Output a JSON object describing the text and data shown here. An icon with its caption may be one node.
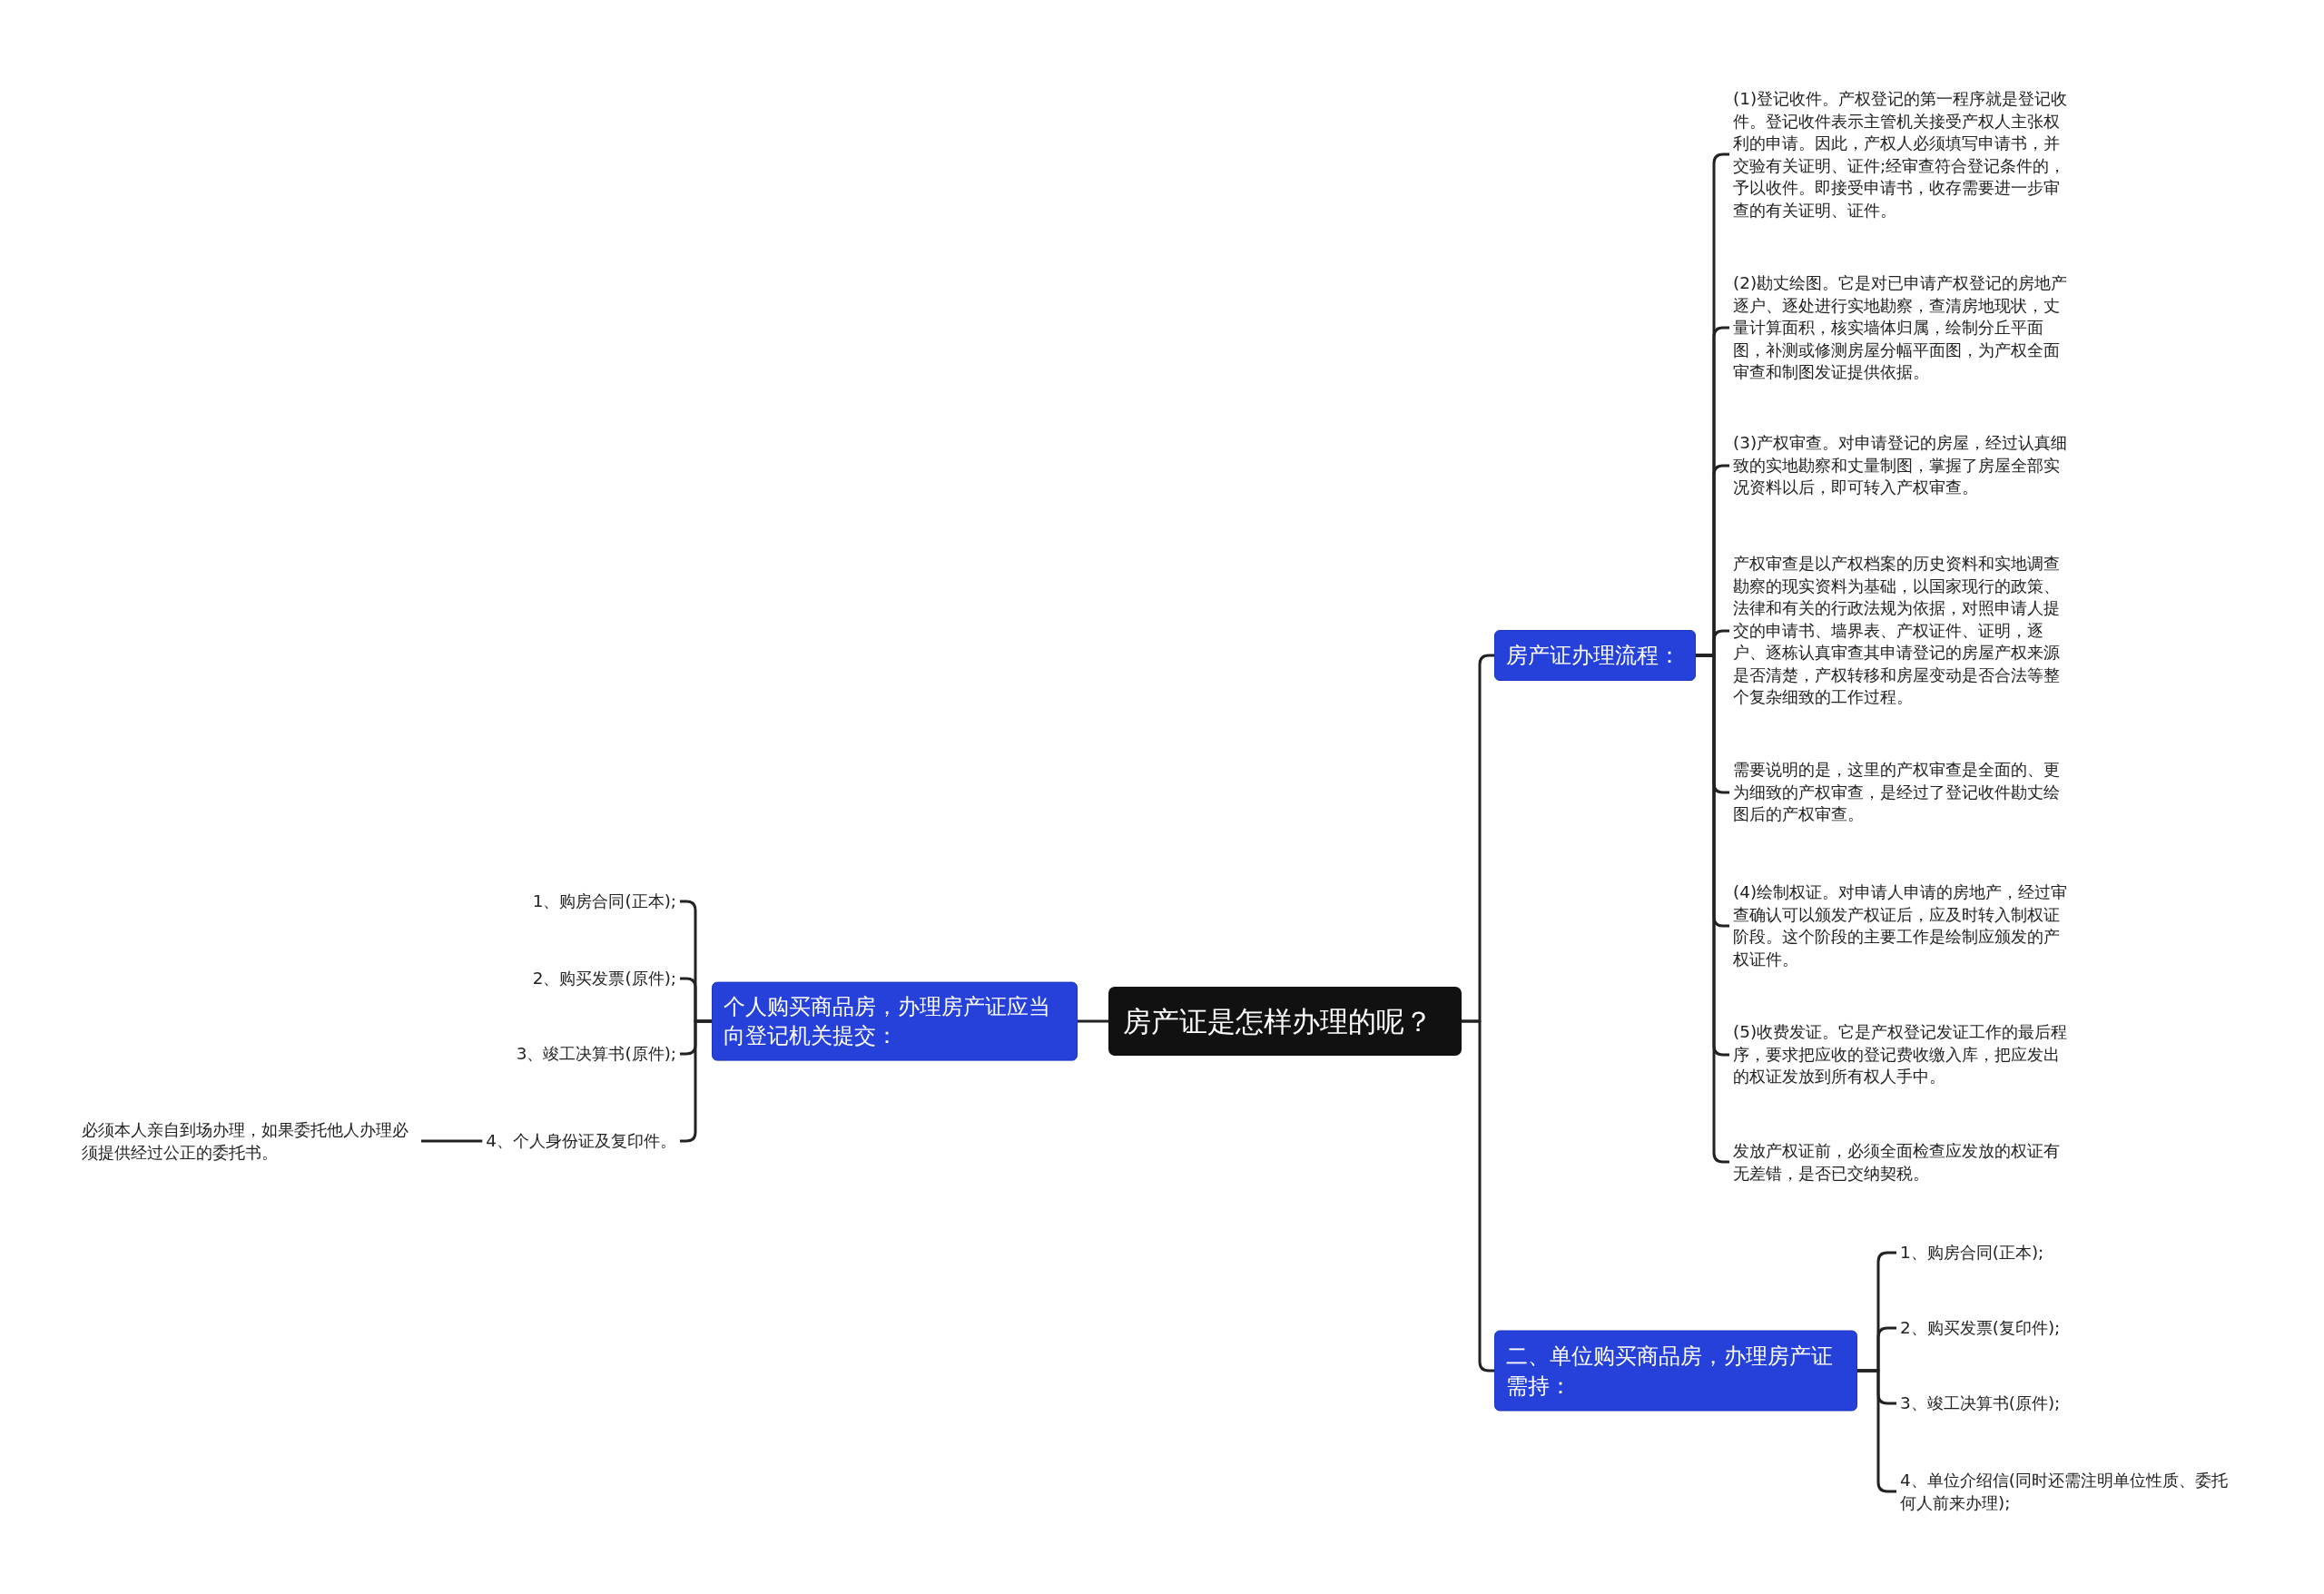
{
  "diagram": {
    "nodes": [
      {
        "text": [
          "房产证是怎样办理的呢？"
        ]
      },
      {
        "text": [
          "个人购买商品房，办理房产证应当向登记机关提交："
        ]
      },
      {
        "text": [
          "1、购房合同(正本);"
        ]
      },
      {
        "text": [
          "2、购买发票(原件);"
        ]
      },
      {
        "text": [
          "3、竣工决算书(原件);"
        ]
      },
      {
        "text": [
          "4、个人身份证及复印件。"
        ]
      },
      {
        "text": [
          "必须本人亲自到场办理，如果委托他人办理必须提供经过公正的委托书。"
        ]
      },
      {
        "text": [
          "房产证办理流程："
        ]
      },
      {
        "text": [
          "(1)登记收件。产权登记的第一程序就是登记收件。登记收件表示主管机关接受产权人主张权利的申请。因此，产权人必须填写申请书，并交验有关证明、证件;经审查符合登记条件的，予以收件。即接受申请书，收存需要进一步审查的有关证明、证件。"
        ]
      },
      {
        "text": [
          "(2)勘丈绘图。它是对已申请产权登记的房地产逐户、逐处进行实地勘察，查清房地现状，丈量计算面积，核实墙体归属，绘制分丘平面图，补测或修测房屋分幅平面图，为产权全面审查和制图发证提供依据。"
        ]
      },
      {
        "text": [
          "(3)产权审查。对申请登记的房屋，经过认真细致的实地勘察和丈量制图，掌握了房屋全部实况资料以后，即可转入产权审查。"
        ]
      },
      {
        "text": [
          "产权审查是以产权档案的历史资料和实地调查勘察的现实资料为基础，以国家现行的政策、法律和有关的行政法规为依据，对照申请人提交的申请书、墙界表、产权证件、证明，逐户、逐栋认真审查其申请登记的房屋产权来源是否清楚，产权转移和房屋变动是否合法等整个复杂细致的工作过程。"
        ]
      },
      {
        "text": [
          "需要说明的是，这里的产权审查是全面的、更为细致的产权审查，是经过了登记收件勘丈绘图后的产权审查。"
        ]
      },
      {
        "text": [
          "(4)绘制权证。对申请人申请的房地产，经过审查确认可以颁发产权证后，应及时转入制权证阶段。这个阶段的主要工作是绘制应颁发的产权证件。"
        ]
      },
      {
        "text": [
          "(5)收费发证。它是产权登记发证工作的最后程序，要求把应收的登记费收缴入库，把应发出的权证发放到所有权人手中。"
        ]
      },
      {
        "text": [
          "发放产权证前，必须全面检查应发放的权证有无差错，是否已交纳契税。"
        ]
      },
      {
        "text": [
          "二、单位购买商品房，办理房产证需持："
        ]
      },
      {
        "text": [
          "1、购房合同(正本);"
        ]
      },
      {
        "text": [
          "2、购买发票(复印件);"
        ]
      },
      {
        "text": [
          "3、竣工决算书(原件);"
        ]
      },
      {
        "text": [
          "4、单位介绍信(同时还需注明单位性质、委托何人前来办理);"
        ]
      }
    ],
    "edges": [
      {
        "from": 0,
        "to": 1,
        "arrow": "none"
      },
      {
        "from": 1,
        "to": 2,
        "arrow": "none"
      },
      {
        "from": 1,
        "to": 3,
        "arrow": "none"
      },
      {
        "from": 1,
        "to": 4,
        "arrow": "none"
      },
      {
        "from": 1,
        "to": 5,
        "arrow": "none"
      },
      {
        "from": 5,
        "to": 6,
        "arrow": "none"
      },
      {
        "from": 0,
        "to": 7,
        "arrow": "none"
      },
      {
        "from": 7,
        "to": 8,
        "arrow": "none"
      },
      {
        "from": 7,
        "to": 9,
        "arrow": "none"
      },
      {
        "from": 7,
        "to": 10,
        "arrow": "none"
      },
      {
        "from": 7,
        "to": 11,
        "arrow": "none"
      },
      {
        "from": 7,
        "to": 12,
        "arrow": "none"
      },
      {
        "from": 7,
        "to": 13,
        "arrow": "none"
      },
      {
        "from": 7,
        "to": 14,
        "arrow": "none"
      },
      {
        "from": 7,
        "to": 15,
        "arrow": "none"
      },
      {
        "from": 0,
        "to": 16,
        "arrow": "none"
      },
      {
        "from": 16,
        "to": 17,
        "arrow": "none"
      },
      {
        "from": 16,
        "to": 18,
        "arrow": "none"
      },
      {
        "from": 16,
        "to": 19,
        "arrow": "none"
      },
      {
        "from": 16,
        "to": 20,
        "arrow": "none"
      }
    ]
  }
}
